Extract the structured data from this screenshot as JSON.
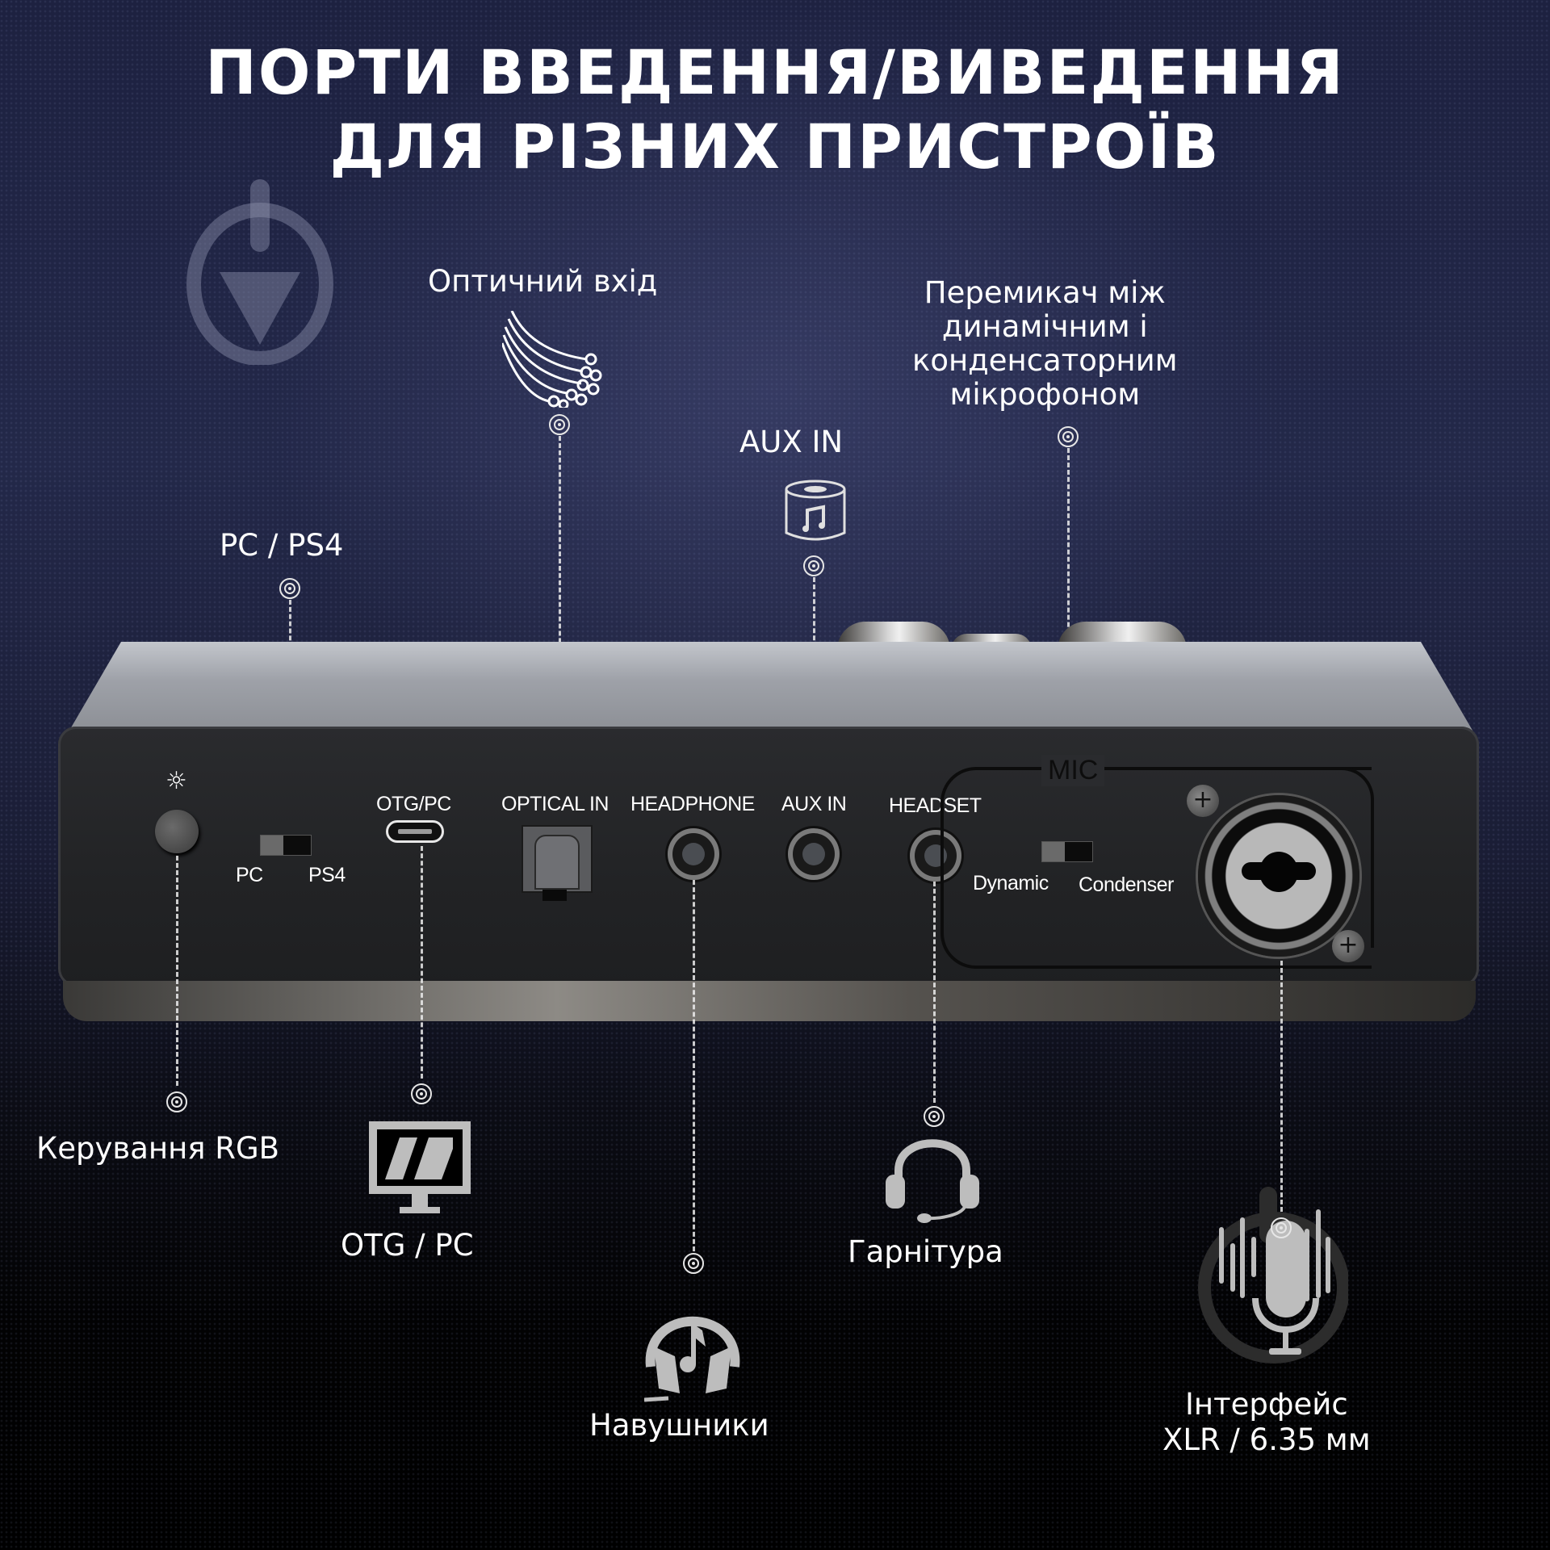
{
  "title": {
    "line1": "ПОРТИ ВВЕДЕННЯ/ВИВЕДЕННЯ",
    "line2": "ДЛЯ РІЗНИХ ПРИСТРОЇВ"
  },
  "callouts_top": {
    "optical": "Оптичний вхід",
    "pc_ps4": "PC / PS4",
    "aux_in": "AUX IN",
    "mic_switch": [
      "Перемикач між",
      "динамічним і",
      "конденсаторним",
      "мікрофоном"
    ]
  },
  "callouts_bottom": {
    "rgb": "Керування RGB",
    "otg_pc": "OTG / PC",
    "headphones": "Навушники",
    "headset": "Гарнітура",
    "xlr": [
      "Інтерфейс",
      "XLR / 6.35 мм"
    ]
  },
  "device_panel": {
    "otg_pc": "OTG/PC",
    "optical_in": "OPTICAL IN",
    "headphone": "HEADPHONE",
    "aux_in": "AUX IN",
    "headset": "HEADSET",
    "mic": "MIC",
    "switch_pc": "PC",
    "switch_ps4": "PS4",
    "switch_dynamic": "Dynamic",
    "switch_condenser": "Condenser"
  },
  "icons": {
    "watermark": "trowel-logo-icon",
    "optical": "fiber-optic-icon",
    "aux": "speaker-music-icon",
    "rgb_button": "sun-brightness-icon",
    "otg": "monitor-icon",
    "headphones": "headphones-music-icon",
    "headset": "headset-mic-icon",
    "xlr": "microphone-soundwave-icon"
  },
  "colors": {
    "background_top": "#1d2140",
    "background_bottom": "#000000",
    "device_face": "#232427",
    "icon_gray": "#bdbdbd"
  }
}
